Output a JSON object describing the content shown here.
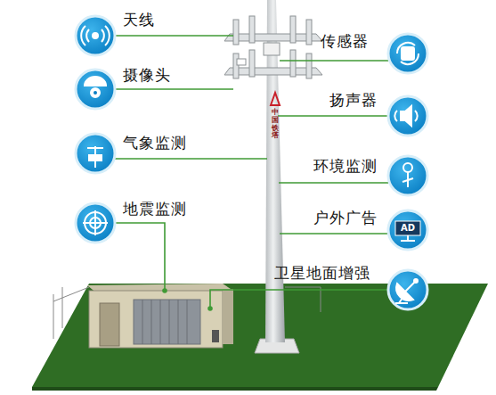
{
  "diagram": {
    "labels": [
      "天线",
      "摄像头",
      "气象监测",
      "地震监测",
      "传感器",
      "扬声器",
      "环境监测",
      "户外广告",
      "卫星地面增强",
      "中国铁塔",
      "AD"
    ]
  }
}
